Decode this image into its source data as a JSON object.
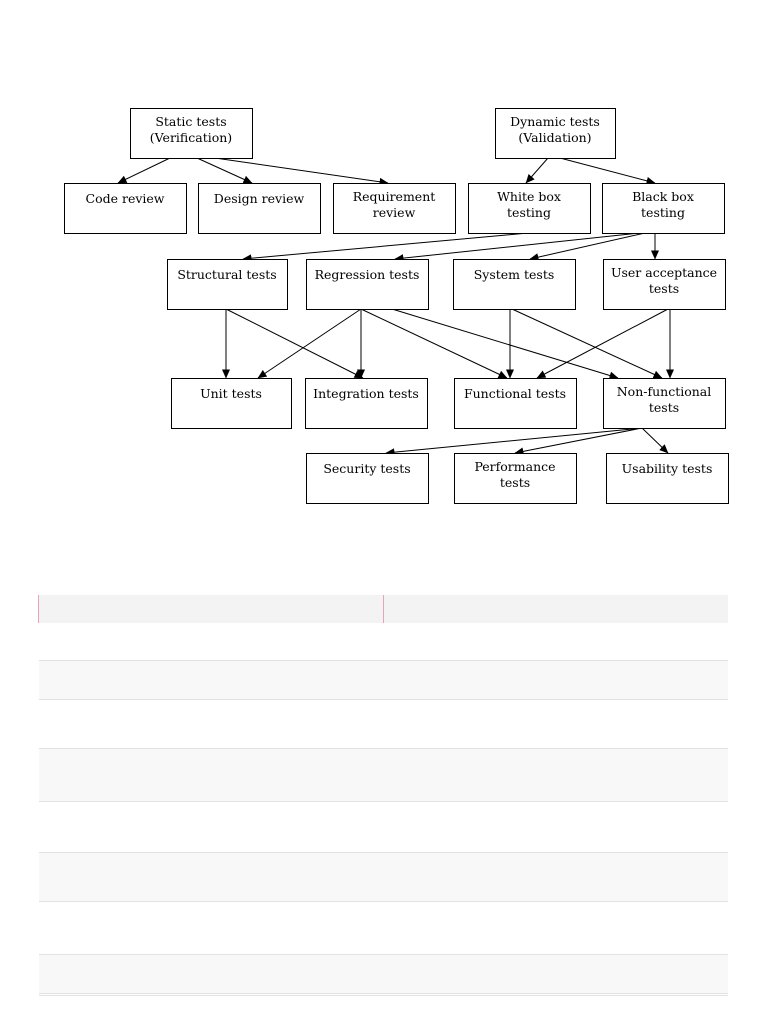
{
  "diagram": {
    "nodes": [
      {
        "id": "static",
        "lines": [
          "Static tests",
          "(Verification)"
        ]
      },
      {
        "id": "dynamic",
        "lines": [
          "Dynamic tests",
          "(Validation)"
        ]
      },
      {
        "id": "code",
        "lines": [
          "Code review"
        ]
      },
      {
        "id": "design",
        "lines": [
          "Design review"
        ]
      },
      {
        "id": "requirement",
        "lines": [
          "Requirement",
          "review"
        ]
      },
      {
        "id": "whitebox",
        "lines": [
          "White box",
          "testing"
        ]
      },
      {
        "id": "blackbox",
        "lines": [
          "Black box",
          "testing"
        ]
      },
      {
        "id": "structural",
        "lines": [
          "Structural tests"
        ]
      },
      {
        "id": "regression",
        "lines": [
          "Regression tests"
        ]
      },
      {
        "id": "system",
        "lines": [
          "System tests"
        ]
      },
      {
        "id": "uat",
        "lines": [
          "User acceptance",
          "tests"
        ]
      },
      {
        "id": "unit",
        "lines": [
          "Unit tests"
        ]
      },
      {
        "id": "integration",
        "lines": [
          "Integration tests"
        ]
      },
      {
        "id": "functional",
        "lines": [
          "Functional tests"
        ]
      },
      {
        "id": "nonfunctional",
        "lines": [
          "Non-functional",
          "tests"
        ]
      },
      {
        "id": "security",
        "lines": [
          "Security tests"
        ]
      },
      {
        "id": "performance",
        "lines": [
          "Performance",
          "tests"
        ]
      },
      {
        "id": "usability",
        "lines": [
          "Usability tests"
        ]
      }
    ],
    "edges": [
      [
        "static",
        "code"
      ],
      [
        "static",
        "design"
      ],
      [
        "static",
        "requirement"
      ],
      [
        "dynamic",
        "whitebox"
      ],
      [
        "dynamic",
        "blackbox"
      ],
      [
        "whitebox",
        "structural"
      ],
      [
        "blackbox",
        "regression"
      ],
      [
        "blackbox",
        "system"
      ],
      [
        "blackbox",
        "uat"
      ],
      [
        "structural",
        "unit"
      ],
      [
        "structural",
        "integration"
      ],
      [
        "regression",
        "unit"
      ],
      [
        "regression",
        "integration"
      ],
      [
        "regression",
        "functional"
      ],
      [
        "regression",
        "nonfunctional"
      ],
      [
        "system",
        "functional"
      ],
      [
        "system",
        "nonfunctional"
      ],
      [
        "uat",
        "functional"
      ],
      [
        "uat",
        "nonfunctional"
      ],
      [
        "nonfunctional",
        "security"
      ],
      [
        "nonfunctional",
        "performance"
      ],
      [
        "nonfunctional",
        "usability"
      ]
    ]
  },
  "table": {
    "row_count": 9
  }
}
